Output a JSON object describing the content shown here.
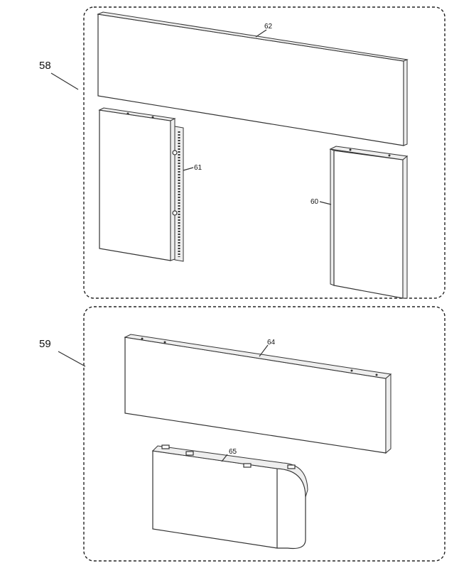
{
  "groups": {
    "upper": {
      "ref": "58"
    },
    "lower": {
      "ref": "59"
    }
  },
  "parts": {
    "top_panel": "62",
    "hinged_panel": "61",
    "side_panel": "60",
    "front_panel": "64",
    "base_cover": "65"
  }
}
